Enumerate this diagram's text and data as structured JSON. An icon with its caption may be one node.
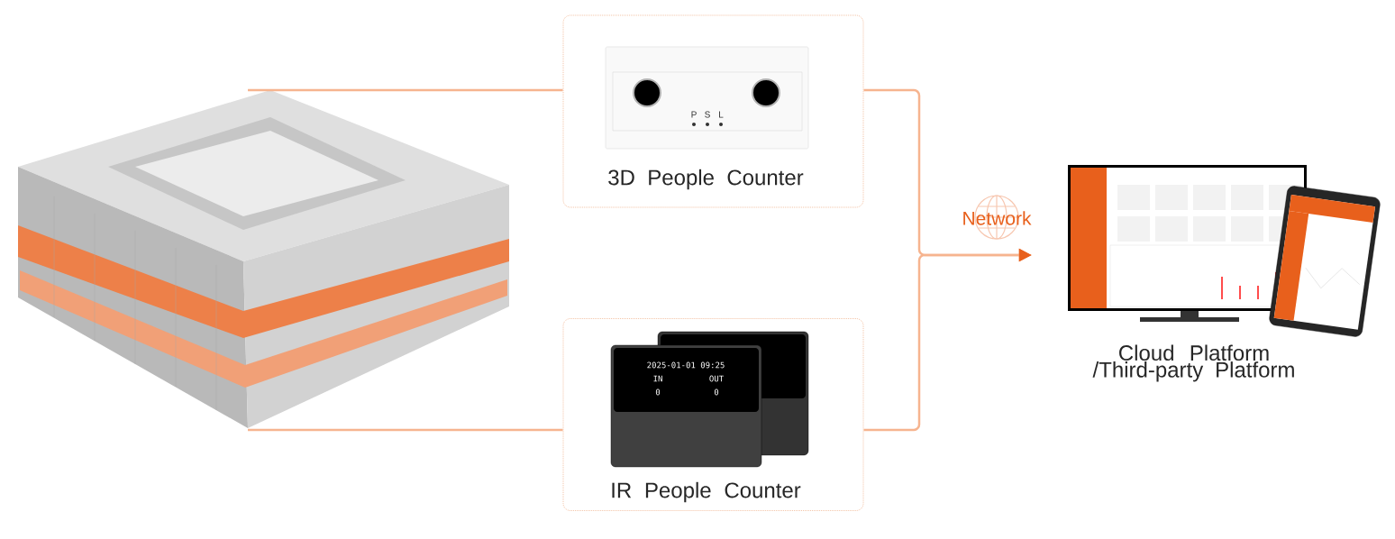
{
  "diagram": {
    "nodes": [
      {
        "text": [],
        "shape": "picture"
      },
      {
        "text": [
          "3D People Counter"
        ]
      },
      {
        "text": [
          "IR People Counter"
        ]
      },
      {
        "text": [
          "Cloud Platform /Third-party Platform"
        ]
      }
    ],
    "edges": [
      {
        "from": 0,
        "to": 1,
        "arrow": "none"
      },
      {
        "from": 0,
        "to": 2,
        "arrow": "none"
      },
      {
        "from": 1,
        "to": 3,
        "arrow": "to",
        "label": "Network"
      },
      {
        "from": 2,
        "to": 3,
        "arrow": "to"
      }
    ],
    "labels": [
      "P",
      "S",
      "L",
      "2025-01-01 09:25",
      "IN",
      "OUT",
      "0",
      "0"
    ]
  }
}
